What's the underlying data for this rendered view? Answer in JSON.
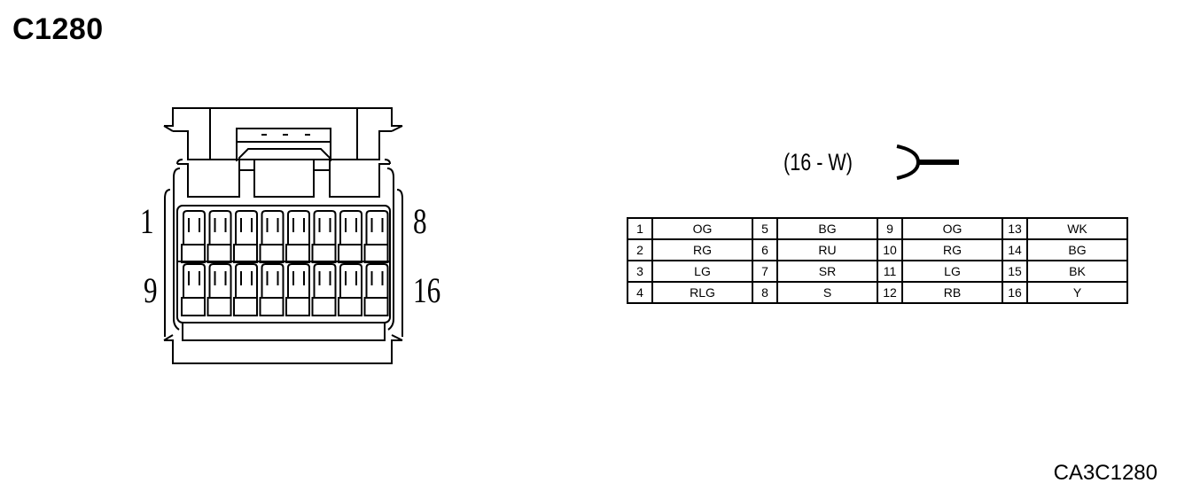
{
  "title": "C1280",
  "connector_label": "(16 - W)",
  "diagram_code": "CA3C1280",
  "pin_labels": {
    "top_left": "1",
    "top_right": "8",
    "bottom_left": "9",
    "bottom_right": "16"
  },
  "pins": [
    {
      "pin": "1",
      "color": "OG"
    },
    {
      "pin": "2",
      "color": "RG"
    },
    {
      "pin": "3",
      "color": "LG"
    },
    {
      "pin": "4",
      "color": "RLG"
    },
    {
      "pin": "5",
      "color": "BG"
    },
    {
      "pin": "6",
      "color": "RU"
    },
    {
      "pin": "7",
      "color": "SR"
    },
    {
      "pin": "8",
      "color": "S"
    },
    {
      "pin": "9",
      "color": "OG"
    },
    {
      "pin": "10",
      "color": "RG"
    },
    {
      "pin": "11",
      "color": "LG"
    },
    {
      "pin": "12",
      "color": "RB"
    },
    {
      "pin": "13",
      "color": "WK"
    },
    {
      "pin": "14",
      "color": "BG"
    },
    {
      "pin": "15",
      "color": "BK"
    },
    {
      "pin": "16",
      "color": "Y"
    }
  ]
}
